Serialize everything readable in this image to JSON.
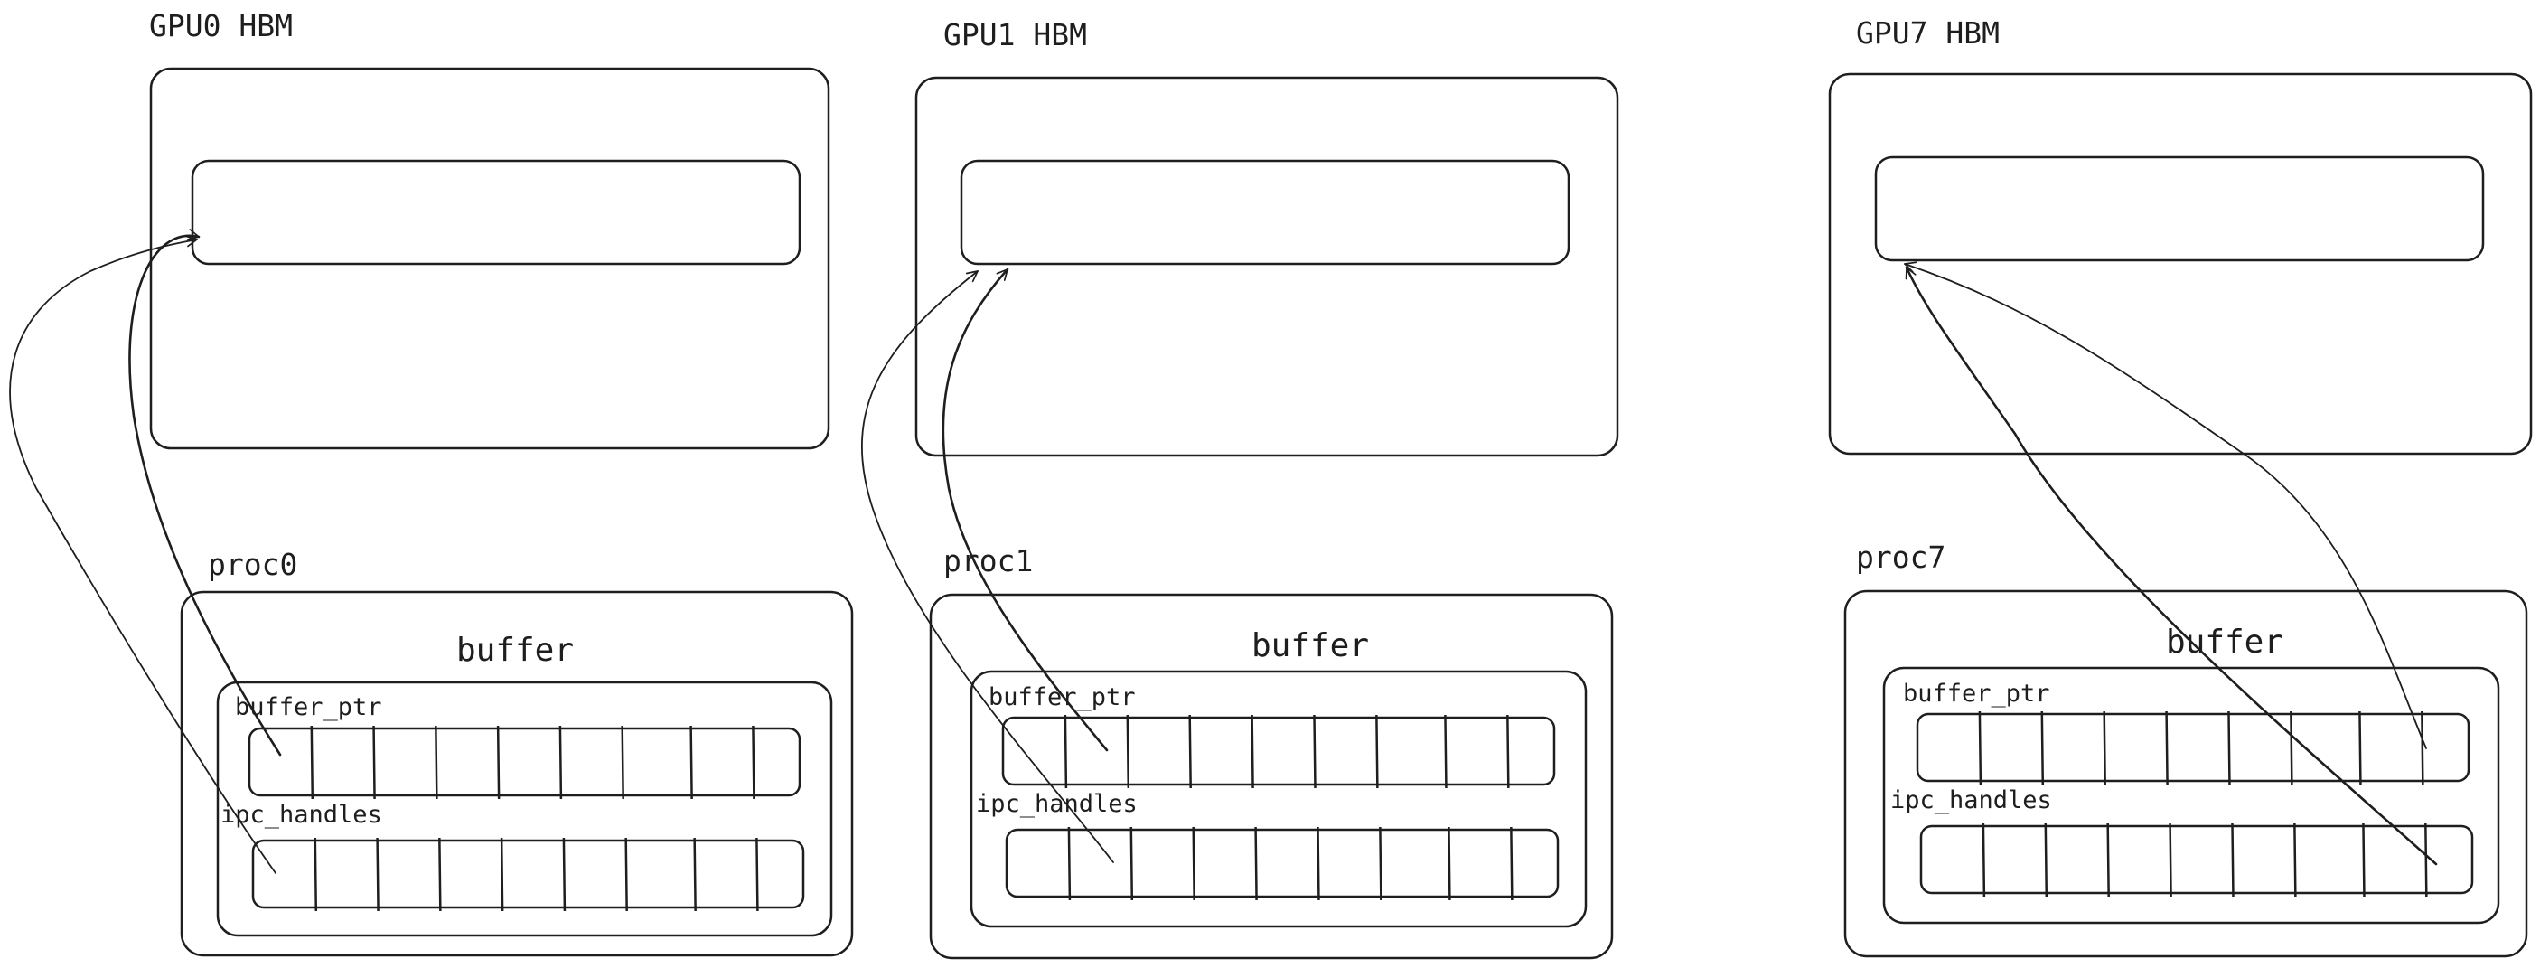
{
  "diagram": {
    "gpus": [
      {
        "id": "gpu0",
        "label": "GPU0 HBM"
      },
      {
        "id": "gpu1",
        "label": "GPU1 HBM"
      },
      {
        "id": "gpu7",
        "label": "GPU7 HBM"
      }
    ],
    "procs": [
      {
        "id": "proc0",
        "label": "proc0",
        "buffer_label": "buffer",
        "ptr_label": "buffer_ptr",
        "handles_label": "ipc_handles",
        "cells": 8
      },
      {
        "id": "proc1",
        "label": "proc1",
        "buffer_label": "buffer",
        "ptr_label": "buffer_ptr",
        "handles_label": "ipc_handles",
        "cells": 8
      },
      {
        "id": "proc7",
        "label": "proc7",
        "buffer_label": "buffer",
        "ptr_label": "buffer_ptr",
        "handles_label": "ipc_handles",
        "cells": 8
      }
    ],
    "stroke_color": "#1e1e1e",
    "background": "#ffffff"
  }
}
